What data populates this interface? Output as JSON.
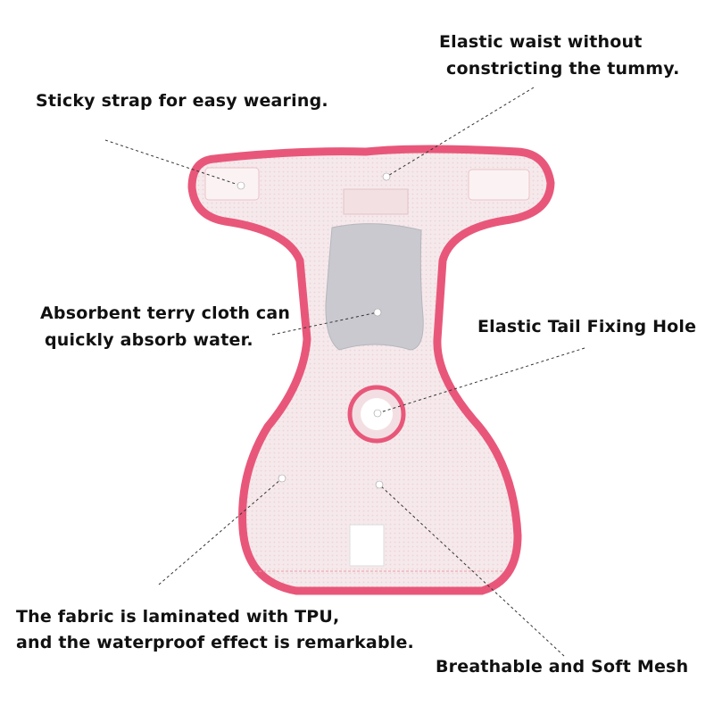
{
  "annotations": {
    "elastic_waist": {
      "line1": "Elastic waist without",
      "line2": "constricting the tummy."
    },
    "sticky_strap": {
      "line1": "Sticky strap for easy wearing."
    },
    "terry_cloth": {
      "line1": "Absorbent terry cloth can",
      "line2": "quickly absorb water."
    },
    "tail_hole": {
      "line1": "Elastic Tail Fixing Hole"
    },
    "tpu_fabric": {
      "line1": "The fabric is laminated with TPU,",
      "line2": "and the waterproof effect is remarkable."
    },
    "mesh": {
      "line1": "Breathable and Soft Mesh"
    }
  },
  "colors": {
    "trim": "#e8577a",
    "lining": "#f5e6e8",
    "terry": "#c9c9ce"
  }
}
